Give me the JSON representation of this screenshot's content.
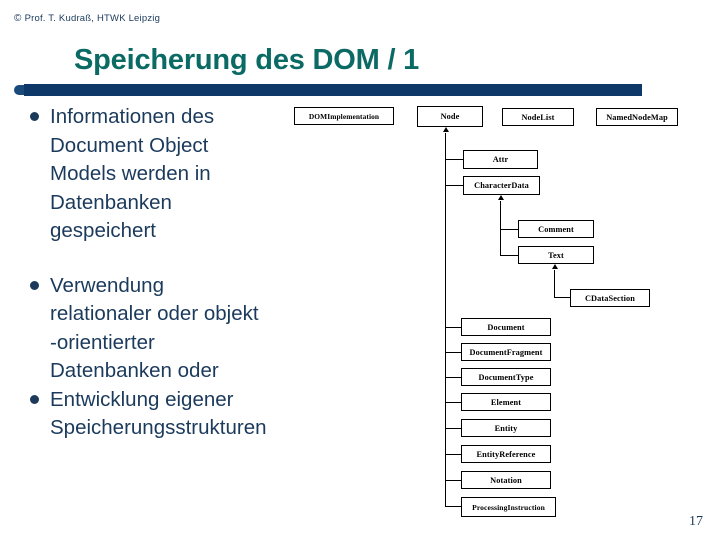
{
  "header": {
    "copyright_mark": "©",
    "copyright": "Prof. T. Kudraß, HTWK Leipzig"
  },
  "title": "Speicherung des DOM / 1",
  "accent_colors": {
    "title_teal": "#0b6b64",
    "rule_navy": "#0d3868",
    "body_blue": "#1b3a5c"
  },
  "bullets": [
    "Informationen des\nDocument Object\nModels werden in\nDatenbanken\ngespeichert",
    "Verwendung\nrelationaler oder  objekt\n-orientierter\nDatenbanken oder",
    "Entwicklung eigener\nSpeicherungsstrukturen"
  ],
  "diagram": {
    "type": "class-hierarchy",
    "nodes": [
      {
        "id": "domimpl",
        "label": "DOMImplementation"
      },
      {
        "id": "node",
        "label": "Node"
      },
      {
        "id": "nodelist",
        "label": "NodeList"
      },
      {
        "id": "namednodemap",
        "label": "NamedNodeMap"
      },
      {
        "id": "attr",
        "label": "Attr"
      },
      {
        "id": "chardata",
        "label": "CharacterData"
      },
      {
        "id": "comment",
        "label": "Comment"
      },
      {
        "id": "text",
        "label": "Text"
      },
      {
        "id": "cdata",
        "label": "CDataSection"
      },
      {
        "id": "document",
        "label": "Document"
      },
      {
        "id": "docfragment",
        "label": "DocumentFragment"
      },
      {
        "id": "doctype",
        "label": "DocumentType"
      },
      {
        "id": "element",
        "label": "Element"
      },
      {
        "id": "entity",
        "label": "Entity"
      },
      {
        "id": "entityref",
        "label": "EntityReference"
      },
      {
        "id": "notation",
        "label": "Notation"
      },
      {
        "id": "procinstr",
        "label": "ProcessingInstruction"
      }
    ],
    "generalizations": [
      {
        "child": "attr",
        "parent": "node"
      },
      {
        "child": "chardata",
        "parent": "node"
      },
      {
        "child": "document",
        "parent": "node"
      },
      {
        "child": "docfragment",
        "parent": "node"
      },
      {
        "child": "doctype",
        "parent": "node"
      },
      {
        "child": "element",
        "parent": "node"
      },
      {
        "child": "entity",
        "parent": "node"
      },
      {
        "child": "entityref",
        "parent": "node"
      },
      {
        "child": "notation",
        "parent": "node"
      },
      {
        "child": "procinstr",
        "parent": "node"
      },
      {
        "child": "comment",
        "parent": "chardata"
      },
      {
        "child": "text",
        "parent": "chardata"
      },
      {
        "child": "cdata",
        "parent": "text"
      }
    ]
  },
  "footer": {
    "page_number": "17"
  }
}
